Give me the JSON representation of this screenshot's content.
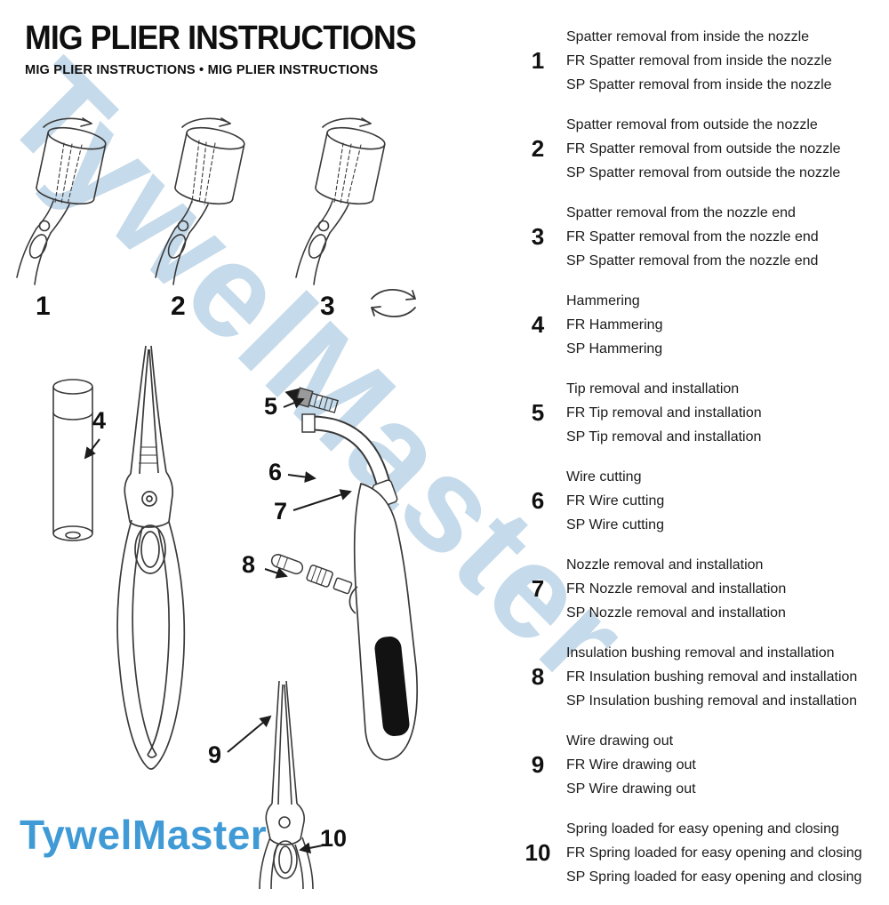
{
  "header": {
    "title": "MIG PLIER INSTRUCTIONS",
    "subtitle": "MIG PLIER INSTRUCTIONS  •  MIG PLIER INSTRUCTIONS"
  },
  "watermark": "TywelMaster",
  "brand": "TywelMaster",
  "diagram": {
    "labels": [
      "1",
      "2",
      "3",
      "4",
      "5",
      "6",
      "7",
      "8",
      "9",
      "10"
    ]
  },
  "instructions": [
    {
      "number": "1",
      "en": "Spatter removal from inside the nozzle",
      "fr": "FR Spatter removal from inside the nozzle",
      "sp": "SP Spatter removal from inside the nozzle"
    },
    {
      "number": "2",
      "en": "Spatter removal from outside the nozzle",
      "fr": "FR Spatter removal from outside the nozzle",
      "sp": "SP Spatter removal from outside the nozzle"
    },
    {
      "number": "3",
      "en": "Spatter removal from the nozzle end",
      "fr": "FR Spatter removal from the nozzle end",
      "sp": "SP Spatter removal from the nozzle end"
    },
    {
      "number": "4",
      "en": "Hammering",
      "fr": "FR Hammering",
      "sp": "SP Hammering"
    },
    {
      "number": "5",
      "en": "Tip removal and installation",
      "fr": "FR Tip removal and installation",
      "sp": "SP Tip removal and installation"
    },
    {
      "number": "6",
      "en": "Wire cutting",
      "fr": "FR Wire cutting",
      "sp": "SP Wire cutting"
    },
    {
      "number": "7",
      "en": "Nozzle removal and installation",
      "fr": "FR Nozzle removal and installation",
      "sp": "SP Nozzle removal and installation"
    },
    {
      "number": "8",
      "en": "Insulation bushing removal and installation",
      "fr": "FR Insulation bushing removal and installation",
      "sp": "SP Insulation bushing removal and installation"
    },
    {
      "number": "9",
      "en": "Wire drawing out",
      "fr": "FR Wire drawing out",
      "sp": "SP Wire drawing out"
    },
    {
      "number": "10",
      "en": "Spring loaded for easy opening and closing",
      "fr": "FR Spring loaded for easy opening and closing",
      "sp": "SP Spring loaded for easy opening and closing"
    }
  ],
  "colors": {
    "brand_blue": "#3f9ad6",
    "watermark_blue": "#8db6d6",
    "line_color": "#3a3a3a",
    "text_color": "#1b1b1b"
  }
}
